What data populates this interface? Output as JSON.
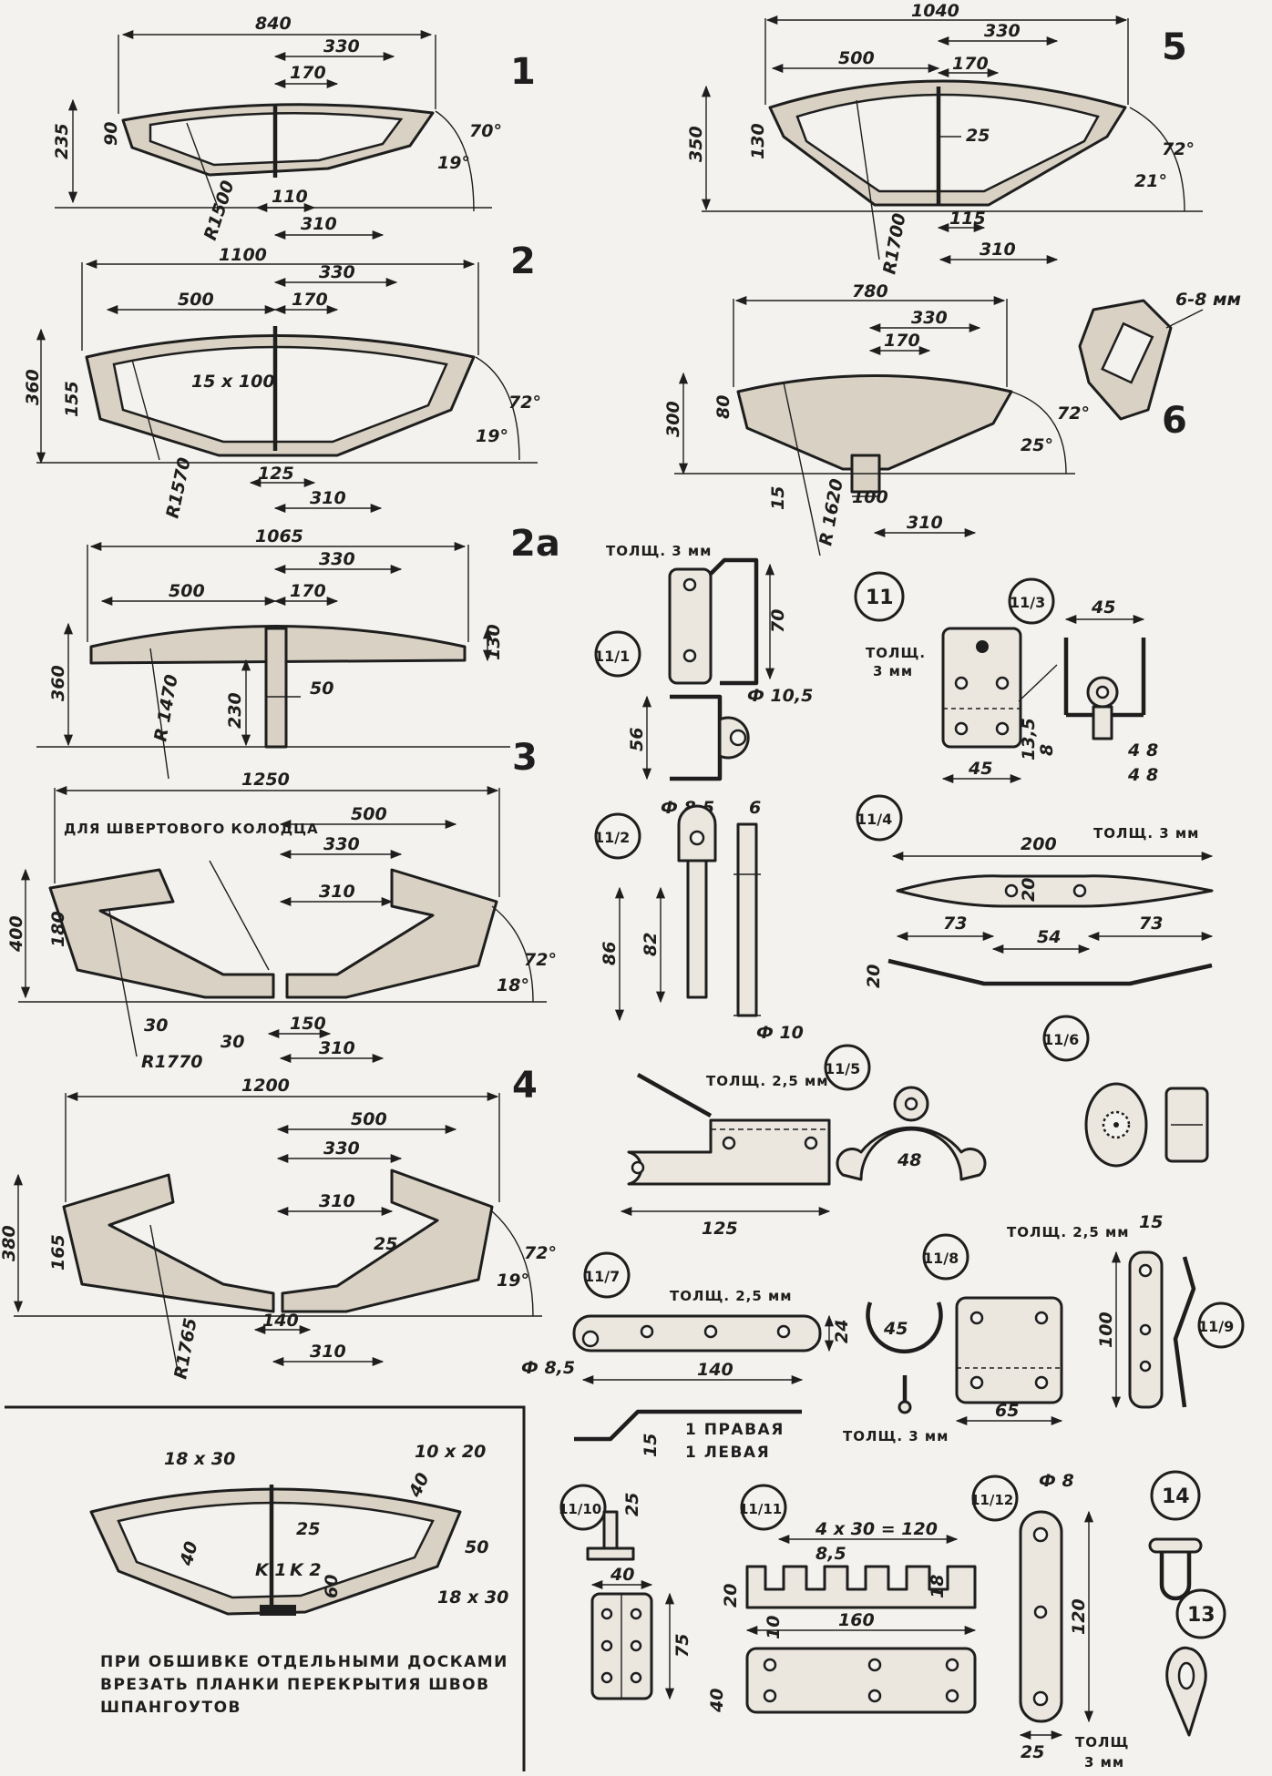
{
  "frame1": {
    "num": "1",
    "d": [
      "840",
      "330",
      "170",
      "235",
      "90",
      "110",
      "310",
      "R1500",
      "70°",
      "19°"
    ]
  },
  "frame2": {
    "num": "2",
    "d": [
      "1100",
      "330",
      "500",
      "170",
      "360",
      "155",
      "15 x 100",
      "R1570",
      "72°",
      "19°",
      "125",
      "310"
    ]
  },
  "frame2a": {
    "num": "2a",
    "d": [
      "1065",
      "330",
      "500",
      "170",
      "360",
      "130",
      "R 1470",
      "230",
      "50"
    ]
  },
  "frame3": {
    "num": "3",
    "d": [
      "1250",
      "500",
      "330",
      "310",
      "400",
      "180",
      "72°",
      "18°",
      "30",
      "30",
      "150",
      "R1770",
      "310"
    ],
    "note": "ДЛЯ ШВЕРТОВОГО КОЛОДЦА"
  },
  "frame4": {
    "num": "4",
    "d": [
      "1200",
      "500",
      "330",
      "310",
      "380",
      "165",
      "25",
      "72°",
      "19°",
      "140",
      "R1765",
      "310"
    ]
  },
  "frame5": {
    "num": "5",
    "d": [
      "1040",
      "330",
      "500",
      "170",
      "350",
      "130",
      "25",
      "72°",
      "21°",
      "115",
      "R1700",
      "310"
    ]
  },
  "frame6": {
    "num": "6",
    "d": [
      "780",
      "330",
      "170",
      "300",
      "80",
      "72°",
      "25°",
      "15",
      "100",
      "R 1620",
      "310",
      "6-8 мм"
    ]
  },
  "sheathing": {
    "d": [
      "18 x 30",
      "10 x 20",
      "40",
      "25",
      "K 1",
      "K 2",
      "60",
      "40",
      "50",
      "18 x 30"
    ],
    "caption": [
      "ПРИ ОБШИВКЕ ОТДЕЛЬНЫМИ ДОСКАМИ",
      "ВРЕЗАТЬ ПЛАНКИ ПЕРЕКРЫТИЯ ШВОВ",
      "ШПАНГОУТОВ"
    ]
  },
  "p11_1": {
    "badge": "11/1",
    "d": [
      "ТОЛЩ. 3 мм",
      "70",
      "56",
      "Ф 10,5"
    ]
  },
  "p11": {
    "badge": "11",
    "d": [
      "ТОЛЩ.",
      "3 мм"
    ]
  },
  "p11_3": {
    "badge": "11/3",
    "d": [
      "45",
      "45",
      "13,5",
      "8",
      "4",
      "8",
      "4",
      "8"
    ]
  },
  "p11_2": {
    "badge": "11/2",
    "d": [
      "Ф 8,5",
      "6",
      "86",
      "82",
      "Ф 10"
    ]
  },
  "p11_4": {
    "badge": "11/4",
    "d": [
      "200",
      "ТОЛЩ. 3 мм",
      "20",
      "73",
      "54",
      "73",
      "20"
    ]
  },
  "p11_5": {
    "badge": "11/5",
    "d": [
      "ТОЛЩ. 2,5 мм",
      "125",
      "48"
    ]
  },
  "p11_6": {
    "badge": "11/6"
  },
  "p11_7": {
    "badge": "11/7",
    "d": [
      "ТОЛЩ. 2,5 мм",
      "24",
      "Ф 8,5",
      "140",
      "15",
      "1 ПРАВАЯ",
      "1 ЛЕВАЯ"
    ]
  },
  "p11_8": {
    "badge": "11/8",
    "d": [
      "45",
      "ТОЛЩ. 3 мм",
      "65"
    ]
  },
  "p11_9": {
    "badge": "11/9",
    "d": [
      "ТОЛЩ. 2,5 мм",
      "15",
      "100"
    ]
  },
  "p11_10": {
    "badge": "11/10",
    "d": [
      "25",
      "40",
      "75",
      "40"
    ]
  },
  "p11_11": {
    "badge": "11/11",
    "d": [
      "4 x 30 = 120",
      "8,5",
      "20",
      "18",
      "10",
      "160"
    ]
  },
  "p11_12": {
    "badge": "11/12",
    "d": [
      "Ф 8",
      "120",
      "25",
      "ТОЛЩ",
      "3 мм"
    ]
  },
  "p14": {
    "badge": "14"
  },
  "p13": {
    "badge": "13"
  }
}
